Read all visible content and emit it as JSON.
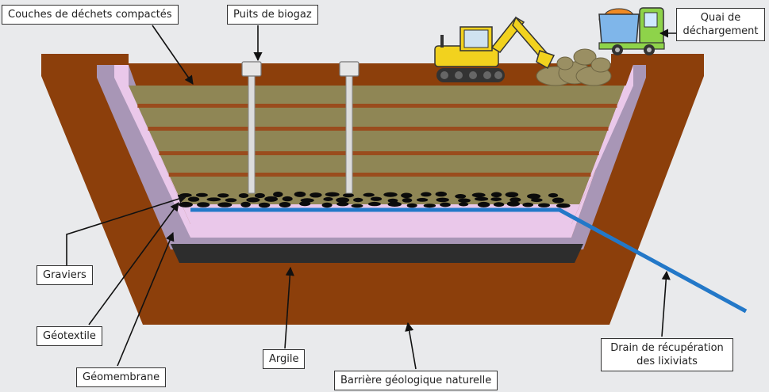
{
  "labels": {
    "couches": "Couches de déchets compactés",
    "puits": "Puits de biogaz",
    "quai_line1": "Quai de",
    "quai_line2": "déchargement",
    "graviers": "Graviers",
    "geotextile": "Géotextile",
    "geomembrane": "Géomembrane",
    "argile": "Argile",
    "barriere": "Barrière géologique naturelle",
    "drain_line1": "Drain de récupération",
    "drain_line2": "des lixiviats"
  },
  "colors": {
    "background": "#e9eaec",
    "natural_barrier": "#8c3f0b",
    "geotextile": "#a896b6",
    "geomembrane": "#eac8ea",
    "clay": "#2d2d2d",
    "waste": "#8f8655",
    "waste_stripe": "#9a4c1d",
    "gravel": "#0b0b0b",
    "drain": "#2378c8",
    "excavator": "#f2d21e",
    "truck_body": "#8ed34a",
    "truck_bin": "#7fb6ea",
    "truck_load": "#f08a24"
  },
  "icons": [
    "excavator-icon",
    "truck-icon",
    "biogas-well-icon"
  ]
}
